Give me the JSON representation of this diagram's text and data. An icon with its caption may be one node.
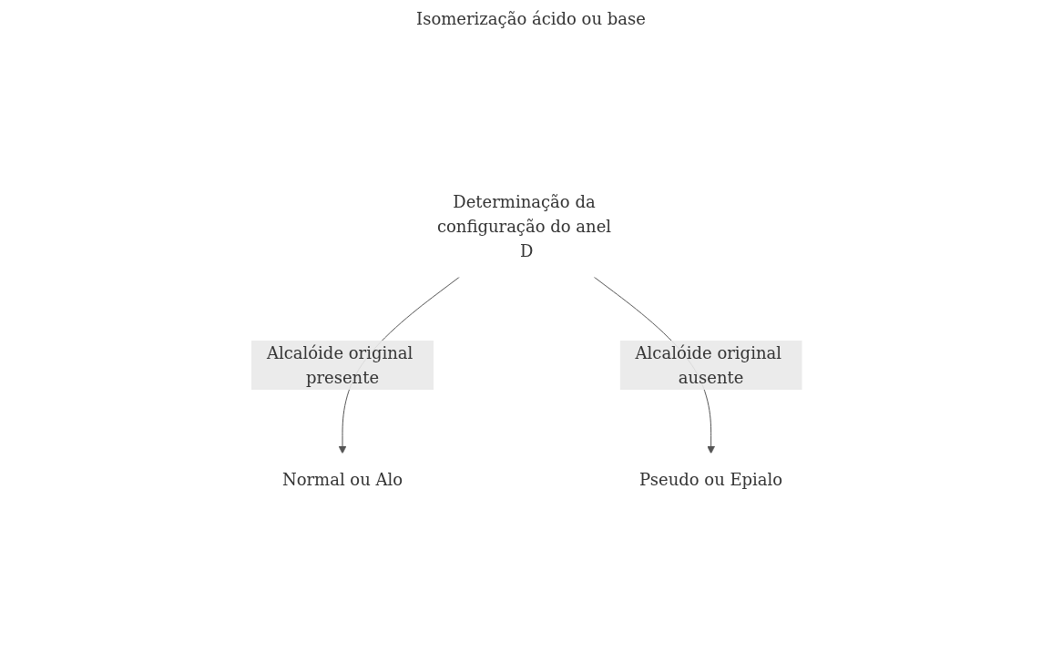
{
  "diagram": {
    "nodes": [
      {
        "text": [
          "Determinação da configuração do anel D"
        ]
      },
      {
        "text": [
          "Normal ou Alo"
        ]
      },
      {
        "text": [
          "Pseudo ou Epialo"
        ]
      }
    ],
    "edges": [
      {
        "from": 0,
        "to": 1,
        "arrow": "to",
        "label": "Alcalóide original presente"
      },
      {
        "from": 0,
        "to": 2,
        "arrow": "to",
        "label": "Alcalóide original ausente"
      }
    ],
    "labels": [
      "Isomerização ácido ou base"
    ]
  }
}
